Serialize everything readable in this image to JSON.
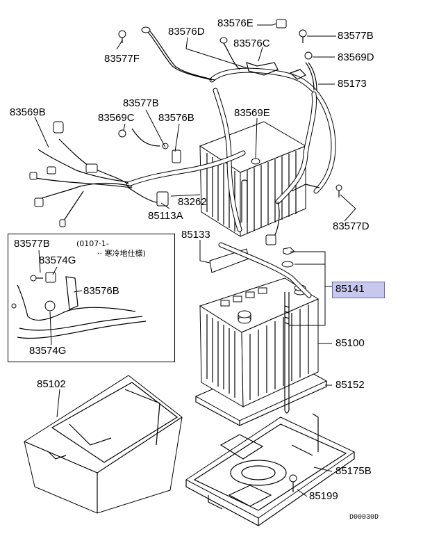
{
  "labels": {
    "l83576E": "83576E",
    "l83577B_top": "83577B",
    "l83576D": "83576D",
    "l83576C": "83576C",
    "l83569D": "83569D",
    "l83577F": "83577F",
    "l85173": "85173",
    "l83569B": "83569B",
    "l83577B_mid": "83577B",
    "l83569C": "83569C",
    "l83576B_mid": "83576B",
    "l83569E": "83569E",
    "l83262": "83262",
    "l85113A": "85113A",
    "l83577D": "83577D",
    "l85133": "85133",
    "l85141": "85141",
    "l85100": "85100",
    "l85102": "85102",
    "l85152": "85152",
    "l85175B": "85175B",
    "l85199": "85199"
  },
  "inset": {
    "l83577B": "83577B",
    "l83574G_top": "83574G",
    "l83576B": "83576B",
    "l83574G_bottom": "83574G",
    "note_line1": "(0107·1-",
    "note_line2": "·· 寒冷地仕様)"
  },
  "footer": {
    "drawing_code": "D00030D"
  },
  "highlight_color": "#c8c8ee"
}
